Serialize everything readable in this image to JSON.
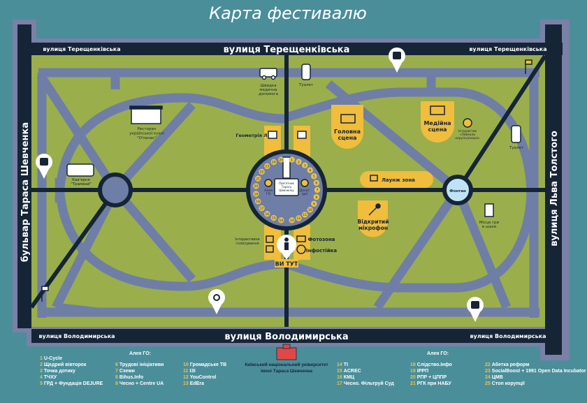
{
  "title": "Карта фестивалю",
  "colors": {
    "background": "#4a8e9a",
    "road": "#152536",
    "halo": "#7b80a6",
    "grass": "#9aae4c",
    "path": "#6f7ea6",
    "zone": "#f0bd3c",
    "number": "#e9c44a",
    "university": "#e04848"
  },
  "streets": {
    "top_main": "вулиця Терещенківська",
    "top_left": "вулиця Терещенківська",
    "top_right": "вулиця Терещенківська",
    "bottom_main": "вулиця Володимирська",
    "bottom_left": "вулиця Володимирська",
    "bottom_right": "вулиця Володимирська",
    "left": "бульвар Тараса Шевченка",
    "right": "вулиця Льва Толстого"
  },
  "places": {
    "ambulance": [
      "Швидка",
      "медична",
      "допомога"
    ],
    "toilet_left": "Туалет",
    "toilet_right": "Туалет",
    "restaurant": [
      "Ресторан",
      "української кухні",
      "\"О'панас\""
    ],
    "cafe": [
      "Кав'ярня",
      "\"Трамвай\""
    ],
    "geometry": "Геометрія Л",
    "main_stage": [
      "Головна",
      "сцена"
    ],
    "media_stage": [
      "Медійна",
      "сцена"
    ],
    "interactive": [
      "Інтерактив",
      "«Піймали",
      "корупціонера»"
    ],
    "lounge": "Лаунж зона",
    "fountain": "Фонтан",
    "open_mic": [
      "Відкритий",
      "мікрофон"
    ],
    "chess": [
      "Місце гри",
      "в шахи"
    ],
    "voting": [
      "Інтерактивне",
      "голосування"
    ],
    "photozone": "Фотозона",
    "info": "Інфостійка",
    "you_are_here": "ВИ ТУТ",
    "ngo_alley": [
      "Алея",
      "ГО"
    ],
    "donate": [
      "Донат",
      "ідеї"
    ],
    "monument": [
      "Пам'ятник",
      "Тарасу",
      "Шевченку"
    ]
  },
  "monument_numbers": [
    "1",
    "2",
    "3",
    "4",
    "5",
    "6",
    "7",
    "8",
    "9",
    "10",
    "11",
    "12",
    "13",
    "14",
    "15",
    "16",
    "17",
    "18",
    "19",
    "20",
    "21",
    "22",
    "23",
    "24",
    "25"
  ],
  "legend": {
    "header_left": "Алея ГО:",
    "header_right": "Алея ГО:",
    "university": [
      "Київський національний університет",
      "імені Тараса Шевченка"
    ],
    "columns": [
      [
        {
          "n": "1",
          "name": "U-Cycle"
        },
        {
          "n": "2",
          "name": "Щедрий вівторок"
        },
        {
          "n": "3",
          "name": "Точка дотику"
        },
        {
          "n": "4",
          "name": "ТЧХУ"
        },
        {
          "n": "5",
          "name": "ГРД + Фундація DEJURE"
        }
      ],
      [
        {
          "n": "6",
          "name": "Трудові ініціативи"
        },
        {
          "n": "7",
          "name": "Схеми"
        },
        {
          "n": "8",
          "name": "Bihus.Info"
        },
        {
          "n": "9",
          "name": "Чесно + Centre UA"
        }
      ],
      [
        {
          "n": "10",
          "name": "Громадське ТВ"
        },
        {
          "n": "11",
          "name": "ІЗІ"
        },
        {
          "n": "12",
          "name": "YouControl"
        },
        {
          "n": "13",
          "name": "EdEra"
        }
      ],
      [
        {
          "n": "14",
          "name": "TI"
        },
        {
          "n": "15",
          "name": "ACREC"
        },
        {
          "n": "16",
          "name": "КМЦ"
        },
        {
          "n": "17",
          "name": "Чесно. Фільтруй Суд"
        }
      ],
      [
        {
          "n": "18",
          "name": "Слідство.Інфо"
        },
        {
          "n": "19",
          "name": "ІРРП"
        },
        {
          "n": "20",
          "name": "РПР + ЦППР"
        },
        {
          "n": "21",
          "name": "РГК при НАБУ"
        }
      ],
      [
        {
          "n": "22",
          "name": "Абетка реформ"
        },
        {
          "n": "23",
          "name": "SocialBoost + 1991 Open Data Incubator"
        },
        {
          "n": "24",
          "name": "ЦМВ"
        },
        {
          "n": "25",
          "name": "Стоп корупції"
        }
      ]
    ]
  }
}
